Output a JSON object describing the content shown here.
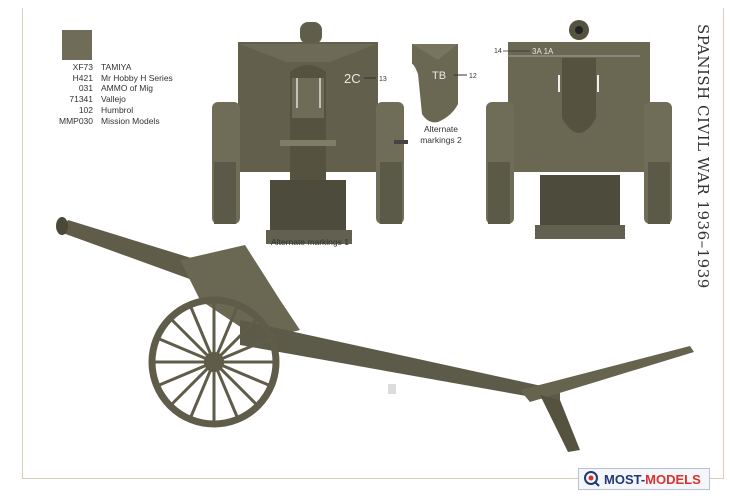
{
  "paint": {
    "color": "#6f6d58",
    "rows": [
      {
        "code": "XF73",
        "brand": "TAMIYA"
      },
      {
        "code": "H421",
        "brand": "Mr Hobby H Series"
      },
      {
        "code": "031",
        "brand": "AMMO of Mig"
      },
      {
        "code": "71341",
        "brand": "Vallejo"
      },
      {
        "code": "102",
        "brand": "Humbrol"
      },
      {
        "code": "MMP030",
        "brand": "Mission Models"
      }
    ]
  },
  "front_view": {
    "marking": "2C",
    "callout": "13",
    "caption": "Alternate markings 1"
  },
  "shield_inset": {
    "marking": "TB",
    "callout": "12",
    "caption_line1": "Alternate",
    "caption_line2": "markings 2"
  },
  "rear_view": {
    "callout": "14",
    "marking": "3A 1A"
  },
  "side_title": "SPANISH CIVIL  WAR 1936–1939",
  "logo": {
    "part1": "MOST-",
    "part2": "MODELS",
    "icon": "magnifier-target-icon"
  },
  "colors": {
    "olive": "#6f6d58",
    "olive_dark": "#4b4a3b",
    "olive_light": "#8a8870",
    "brand_blue": "#1e3a78",
    "brand_red": "#d6342c"
  }
}
